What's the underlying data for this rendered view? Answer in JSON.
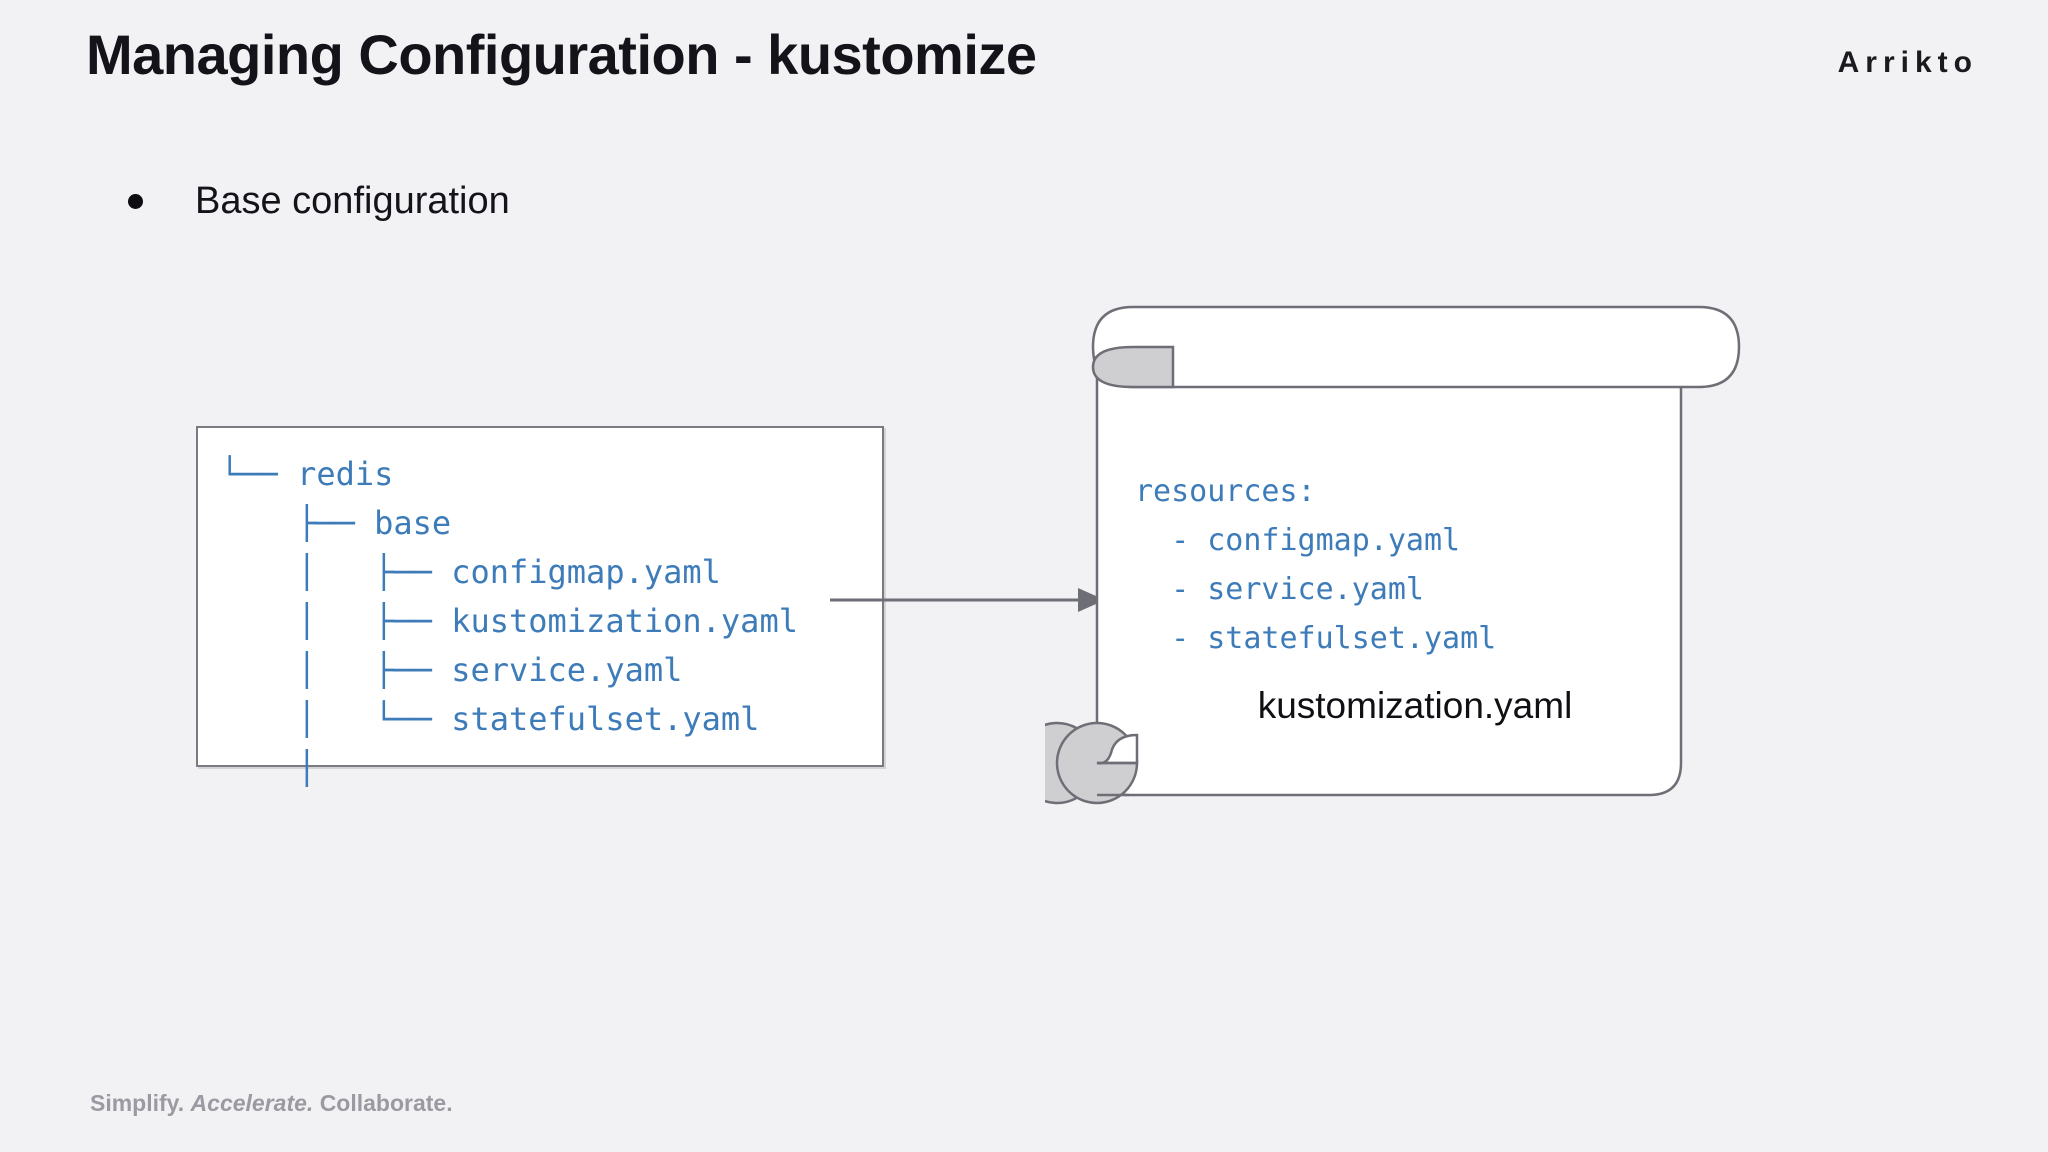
{
  "header": {
    "title": "Managing Configuration - kustomize",
    "logo": "Arrikto"
  },
  "content": {
    "bullets": [
      {
        "label": "Base configuration"
      }
    ],
    "file_tree": {
      "lines": "└── redis\n    ├── base\n    │   ├── configmap.yaml\n    │   ├── kustomization.yaml\n    │   ├── service.yaml\n    │   └── statefulset.yaml\n    │",
      "entries": [
        {
          "depth": 0,
          "name": "redis",
          "type": "directory",
          "connector": "└──"
        },
        {
          "depth": 1,
          "name": "base",
          "type": "directory",
          "connector": "├──"
        },
        {
          "depth": 2,
          "name": "configmap.yaml",
          "type": "file",
          "connector": "├──"
        },
        {
          "depth": 2,
          "name": "kustomization.yaml",
          "type": "file",
          "connector": "├──"
        },
        {
          "depth": 2,
          "name": "service.yaml",
          "type": "file",
          "connector": "├──"
        },
        {
          "depth": 2,
          "name": "statefulset.yaml",
          "type": "file",
          "connector": "└──"
        }
      ]
    },
    "scroll_document": {
      "code": "resources:\n  - configmap.yaml\n  - service.yaml\n  - statefulset.yaml",
      "code_lines": [
        "resources:",
        "  - configmap.yaml",
        "  - service.yaml",
        "  - statefulset.yaml"
      ],
      "caption": "kustomization.yaml"
    }
  },
  "footer": {
    "word_one": "Simplify.",
    "word_two": "Accelerate.",
    "word_three": "Collaborate."
  },
  "colors": {
    "background": "#f2f1f3",
    "code_blue": "#3d7cb9",
    "outline_gray": "#7a7a82",
    "curl_fill": "#cfcfd2",
    "footer_gray": "#9b9aa2",
    "text_black": "#14131a"
  }
}
